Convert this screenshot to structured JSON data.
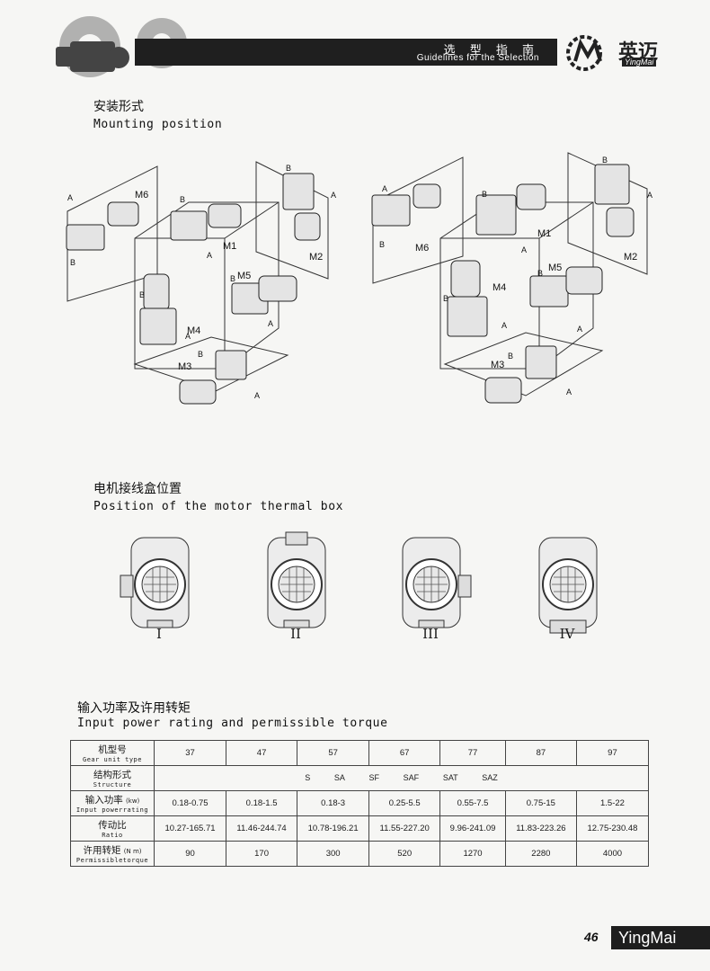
{
  "header": {
    "title_cn": "选 型 指 南",
    "title_en": "Guidelines for the Selection",
    "logo_text": "英迈",
    "logo_sub": "YingMai"
  },
  "mounting": {
    "title_cn": "安装形式",
    "title_en": "Mounting position",
    "labels": {
      "m1": "M1",
      "m2": "M2",
      "m3": "M3",
      "m4": "M4",
      "m5": "M5",
      "m6": "M6",
      "a": "A",
      "b": "B"
    }
  },
  "thermal": {
    "title_cn": "电机接线盒位置",
    "title_en": "Position of the motor thermal box",
    "positions": [
      "I",
      "II",
      "III",
      "IV"
    ]
  },
  "power": {
    "title_cn": "输入功率及许用转矩",
    "title_en": "Input power rating and permissible torque",
    "headers": {
      "type_cn": "机型号",
      "type_en": "Gear unit type",
      "struct_cn": "结构形式",
      "struct_en": "Structure",
      "power_cn": "输入功率",
      "power_unit": "(kw)",
      "power_en": "Input powerrating",
      "ratio_cn": "传动比",
      "ratio_en": "Ratio",
      "torque_cn": "许用转矩",
      "torque_unit": "(N m)",
      "torque_en": "Permissibletorque"
    },
    "types": [
      "37",
      "47",
      "57",
      "67",
      "77",
      "87",
      "97"
    ],
    "structures": [
      "S",
      "SA",
      "SF",
      "SAF",
      "SAT",
      "SAZ"
    ],
    "power_ratings": [
      "0.18-0.75",
      "0.18-1.5",
      "0.18-3",
      "0.25-5.5",
      "0.55-7.5",
      "0.75-15",
      "1.5-22"
    ],
    "ratios": [
      "10.27-165.71",
      "11.46-244.74",
      "10.78-196.21",
      "11.55-227.20",
      "9.96-241.09",
      "11.83-223.26",
      "12.75-230.48"
    ],
    "torques": [
      "90",
      "170",
      "300",
      "520",
      "1270",
      "2280",
      "4000"
    ]
  },
  "footer": {
    "page": "46",
    "brand": "YingMai"
  }
}
